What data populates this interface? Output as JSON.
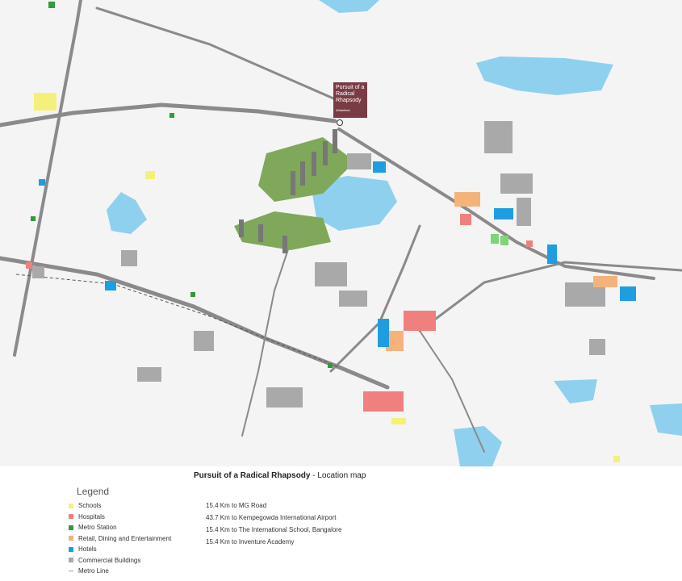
{
  "callout": {
    "title": "Pursuit of a Radical Rhapsody",
    "sub": "Whitefield"
  },
  "caption": {
    "bold": "Pursuit of a Radical Rhapsody",
    "rest": " - Location map"
  },
  "legend": {
    "title": "Legend",
    "items": [
      {
        "label": "Schools",
        "color": "#f5f07a"
      },
      {
        "label": "Hospitals",
        "color": "#f08080"
      },
      {
        "label": "Metro Station",
        "color": "#2e9c3a"
      },
      {
        "label": "Retail, Dining and Entertainment",
        "color": "#f5b37a"
      },
      {
        "label": "Hotels",
        "color": "#1e9ee0"
      },
      {
        "label": "Commercial Buildings",
        "color": "#a9a9a9"
      }
    ],
    "metro": "Metro Line"
  },
  "distances": [
    "15.4 Km to MG Road",
    "43.7 Km to Kempegowda International Airport",
    "15.4 Km to The International School, Bangalore",
    "15.4 Km to Inventure Academy"
  ],
  "colors": {
    "water": "#8fd0ee",
    "road": "#8a8a8a",
    "project": "#7fa85a",
    "callout": "#7a3c44"
  }
}
